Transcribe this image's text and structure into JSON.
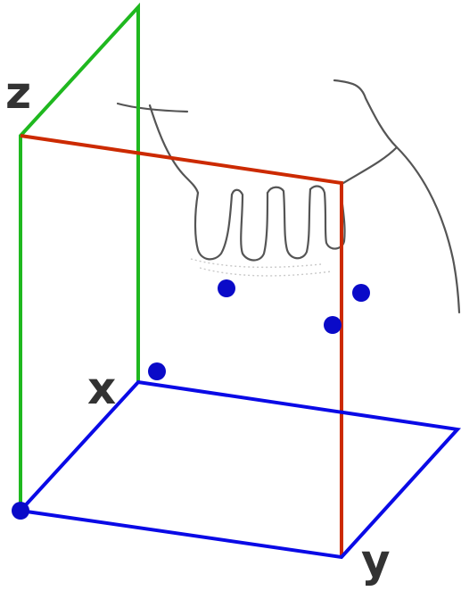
{
  "labels": {
    "x": "x",
    "y": "y",
    "z": "z"
  },
  "colors": {
    "x_plane": "#0a0ae6",
    "y_plane": "#cc2a00",
    "z_plane": "#1fb81f",
    "points": "#0a0ac8",
    "labels": "#333333",
    "sketch": "#555555"
  },
  "points_count": 5,
  "background_image": "hand-sketch"
}
